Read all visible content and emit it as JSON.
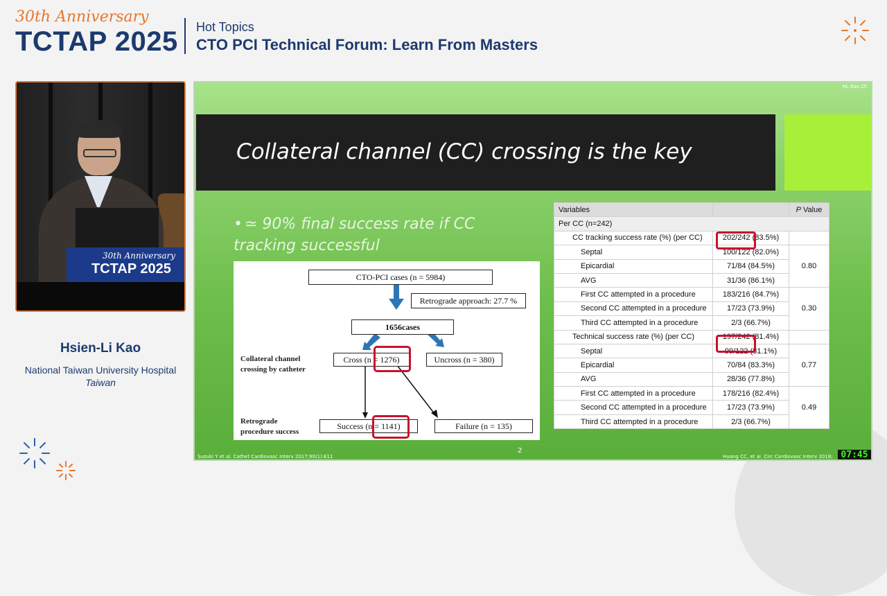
{
  "header": {
    "anniversary": "30th Anniversary",
    "brand": "TCTAP 2025",
    "subtitle": "Hot Topics",
    "title": "CTO PCI Technical Forum: Learn From Masters"
  },
  "speaker": {
    "name": "Hsien-Li Kao",
    "affiliation": "National Taiwan University Hospital",
    "country": "Taiwan",
    "podium_anniversary": "30th Anniversary",
    "podium_brand": "TCTAP 2025"
  },
  "slide": {
    "author_tag": "HL Kao 25",
    "title": "Collateral channel (CC) crossing is the key",
    "bullet_symbol": "•",
    "bullet": "≃ 90% final success rate if CC tracking successful",
    "page_number": "2",
    "footnote_left": "Suzuki Y et al. Cathet Cardiovasc Interv 2017;90(1):E11",
    "footnote_right": "Huang CC, et al. Circ Cardiovasc Interv 2018;",
    "timer": "07:45",
    "flowchart": {
      "top": "CTO-PCI cases (n = 5984)",
      "retrograde": "Retrograde approach: 27.7 %",
      "middle": "1656cases",
      "cross": "Cross (n = 1276)",
      "uncross": "Uncross (n = 380)",
      "success": "Success (n = 1141)",
      "failure": "Failure (n = 135)",
      "label_collateral": "Collateral channel crossing by catheter",
      "label_retro": "Retrograde procedure success"
    },
    "table": {
      "headers": [
        "Variables",
        "",
        "P Value"
      ],
      "p_letter": "P",
      "p_rest": " Value",
      "group1": "Per CC (n=242)",
      "rows": [
        {
          "label": "CC tracking success rate (%) (per CC)",
          "value": "202/242 (83.5%)"
        },
        {
          "label": "Septal",
          "value": "100/122 (82.0%)"
        },
        {
          "label": "Epicardial",
          "value": "71/84 (84.5%)"
        },
        {
          "label": "AVG",
          "value": "31/36 (86.1%)"
        },
        {
          "label": "First CC attempted in a procedure",
          "value": "183/216 (84.7%)"
        },
        {
          "label": "Second CC attempted in a procedure",
          "value": "17/23 (73.9%)"
        },
        {
          "label": "Third CC attempted in a procedure",
          "value": "2/3 (66.7%)"
        },
        {
          "label": "Technical success rate (%) (per CC)",
          "value": "197/242 (81.4%)"
        },
        {
          "label": "Septal",
          "value": "99/122 (81.1%)"
        },
        {
          "label": "Epicardial",
          "value": "70/84 (83.3%)"
        },
        {
          "label": "AVG",
          "value": "28/36 (77.8%)"
        },
        {
          "label": "First CC attempted in a procedure",
          "value": "178/216 (82.4%)"
        },
        {
          "label": "Second CC attempted in a procedure",
          "value": "17/23 (73.9%)"
        },
        {
          "label": "Third CC attempted in a procedure",
          "value": "2/3 (66.7%)"
        }
      ],
      "p_values": [
        "0.80",
        "0.30",
        "0.77",
        "0.49"
      ]
    }
  },
  "colors": {
    "brand_navy": "#1c3a6e",
    "brand_orange": "#e8762b",
    "highlight_red": "#c8102e",
    "slide_green": "#6cbd4a",
    "accent_lime": "#a8ef3a"
  }
}
